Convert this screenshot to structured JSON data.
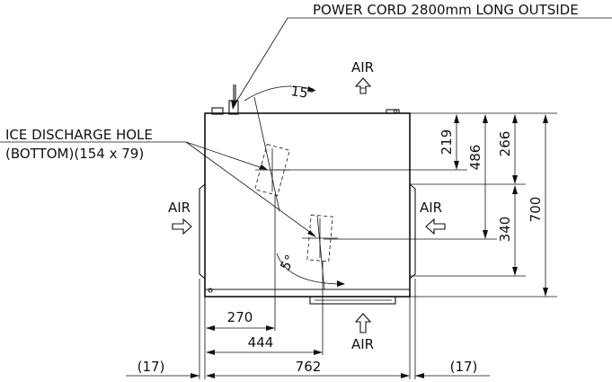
{
  "labels": {
    "power_cord": "POWER CORD 2800mm LONG OUTSIDE",
    "ice_hole_line1": "ICE DISCHARGE HOLE",
    "ice_hole_line2": "(BOTTOM)(154 x 79)",
    "air_top": "AIR",
    "air_left": "AIR",
    "air_right": "AIR",
    "air_bottom": "AIR",
    "angle_15": "15°",
    "angle_5": "5°"
  },
  "dimensions": {
    "d219": "219",
    "d486": "486",
    "d266": "266",
    "d340": "340",
    "d700": "700",
    "d270": "270",
    "d444": "444",
    "d762": "762",
    "d17_left": "(17)",
    "d17_right": "(17)"
  }
}
